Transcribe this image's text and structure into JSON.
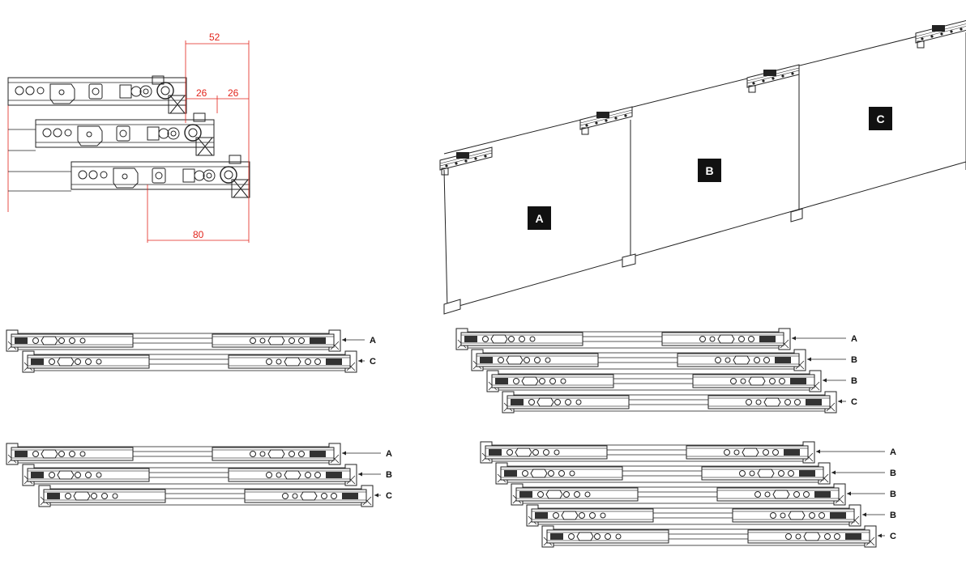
{
  "dimensions": {
    "d52": "52",
    "d26a": "26",
    "d26b": "26",
    "d80": "80"
  },
  "panels": {
    "a": "A",
    "b": "B",
    "c": "C"
  },
  "configs": [
    {
      "labels": [
        "A",
        "C"
      ]
    },
    {
      "labels": [
        "A",
        "B",
        "C"
      ]
    },
    {
      "labels": [
        "A",
        "B",
        "B",
        "C"
      ]
    },
    {
      "labels": [
        "A",
        "B",
        "B",
        "B",
        "C"
      ]
    }
  ],
  "colors": {
    "dimension": "#e2231a",
    "line": "#222222",
    "tag_fill": "#111111"
  }
}
